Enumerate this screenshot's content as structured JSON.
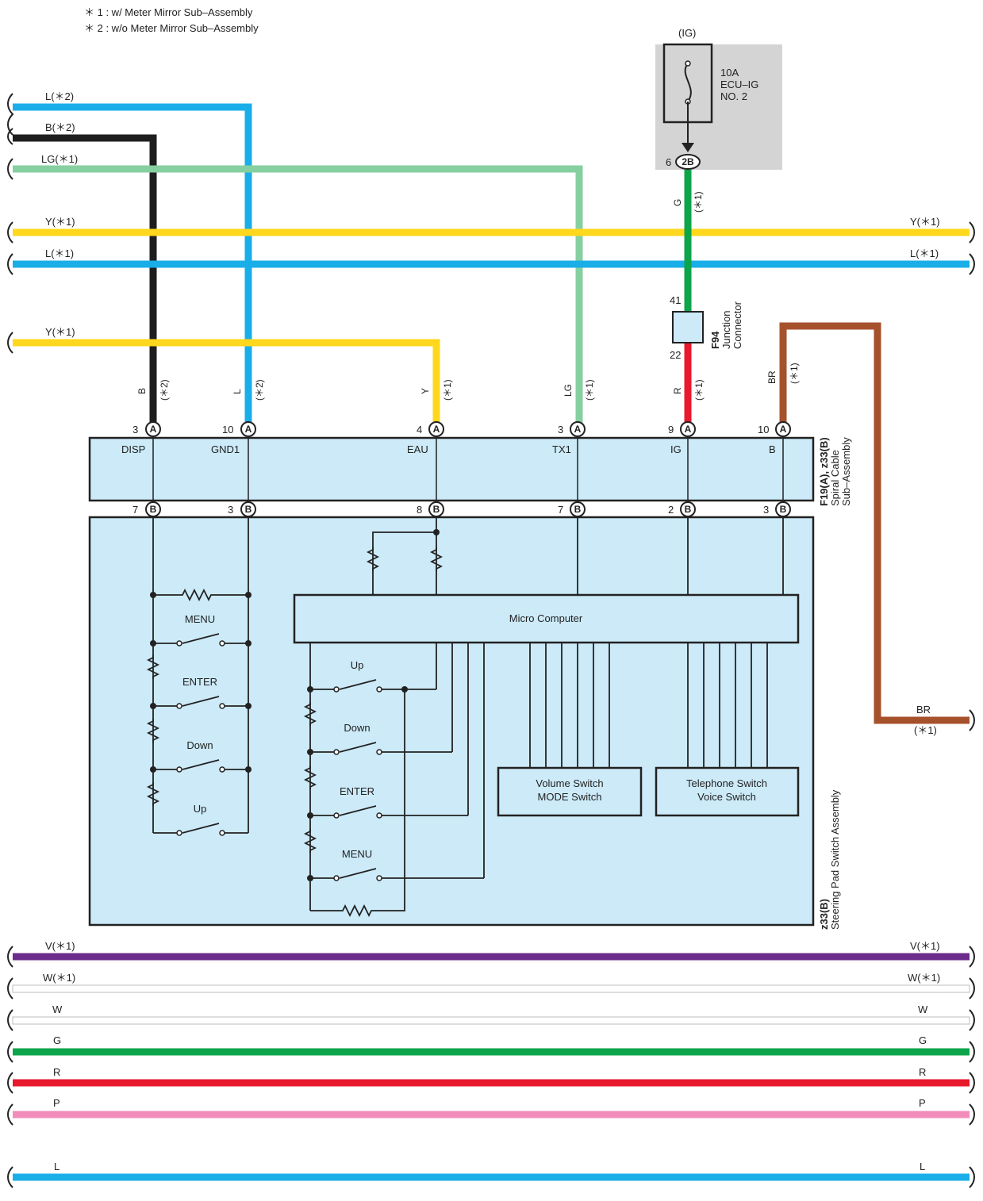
{
  "notes": [
    "＊ 1 : w/ Meter Mirror Sub–Assembly",
    "＊ 2 : w/o Meter Mirror Sub–Assembly"
  ],
  "colors": {
    "L": "#1aaee8",
    "B": "#1e1e1e",
    "LG": "#86cfa0",
    "Y": "#ffd71c",
    "G": "#0ea44a",
    "R": "#e8192c",
    "BR": "#a5512c",
    "V": "#6c2c8c",
    "W": "#dcdcdc",
    "P": "#f28dbb",
    "box_fill": "#cceaf8",
    "fuse_box": "#d4d4d4"
  },
  "fuse": {
    "source": "(IG)",
    "rating": "10A",
    "name_line1": "ECU–IG",
    "name_line2": "NO. 2",
    "connector": "2B",
    "pin": "6"
  },
  "junction": {
    "id": "F94",
    "name_line1": "Junction",
    "name_line2": "Connector",
    "pin_top": "41",
    "pin_bottom": "22"
  },
  "wires_left": {
    "l2": "L(＊2)",
    "b2": "B(＊2)",
    "lg1": "LG(＊1)",
    "y1_top": "Y(＊1)",
    "l1": "L(＊1)",
    "y1_mid": "Y(＊1)"
  },
  "wires_right": {
    "y1": "Y(＊1)",
    "l1": "L(＊1)",
    "br": "BR",
    "br_note": "(＊1)"
  },
  "vertical_labels": {
    "g": "G",
    "g_note": "(＊1)",
    "b": "B",
    "b_note": "(＊2)",
    "l": "L",
    "l_note": "(＊2)",
    "y": "Y",
    "y_note": "(＊1)",
    "lg": "LG",
    "lg_note": "(＊1)",
    "r": "R",
    "r_note": "(＊1)",
    "br": "BR",
    "br_note": "(＊1)"
  },
  "spiral": {
    "id": "F19(A), z33(B)",
    "name_line1": "Spiral Cable",
    "name_line2": "Sub–Assembly",
    "top_pins": [
      {
        "num": "3",
        "conn": "A",
        "signal": "DISP"
      },
      {
        "num": "10",
        "conn": "A",
        "signal": "GND1"
      },
      {
        "num": "4",
        "conn": "A",
        "signal": "EAU"
      },
      {
        "num": "3",
        "conn": "A",
        "signal": "TX1"
      },
      {
        "num": "9",
        "conn": "A",
        "signal": "IG"
      },
      {
        "num": "10",
        "conn": "A",
        "signal": "B"
      }
    ],
    "bottom_pins": [
      {
        "num": "7",
        "conn": "B"
      },
      {
        "num": "3",
        "conn": "B"
      },
      {
        "num": "8",
        "conn": "B"
      },
      {
        "num": "7",
        "conn": "B"
      },
      {
        "num": "2",
        "conn": "B"
      },
      {
        "num": "3",
        "conn": "B"
      }
    ]
  },
  "steering": {
    "id": "z33(B)",
    "name": "Steering Pad Switch Assembly",
    "micro": "Micro Computer",
    "left_switches": [
      "MENU",
      "ENTER",
      "Down",
      "Up"
    ],
    "mid_switches": [
      "Up",
      "Down",
      "ENTER",
      "MENU"
    ],
    "vol_line1": "Volume Switch",
    "vol_line2": "MODE Switch",
    "tel_line1": "Telephone Switch",
    "tel_line2": "Voice Switch"
  },
  "bottom_wires": [
    {
      "left": "V(＊1)",
      "right": "V(＊1)",
      "color": "#6c2c8c"
    },
    {
      "left": "W(＊1)",
      "right": "W(＊1)",
      "color": "#e4e4e4"
    },
    {
      "left": "W",
      "right": "W",
      "color": "#e4e4e4"
    },
    {
      "left": "G",
      "right": "G",
      "color": "#0ea44a"
    },
    {
      "left": "R",
      "right": "R",
      "color": "#e8192c"
    },
    {
      "left": "P",
      "right": "P",
      "color": "#f28dbb"
    },
    {
      "left": "L",
      "right": "L",
      "color": "#1aaee8"
    }
  ]
}
